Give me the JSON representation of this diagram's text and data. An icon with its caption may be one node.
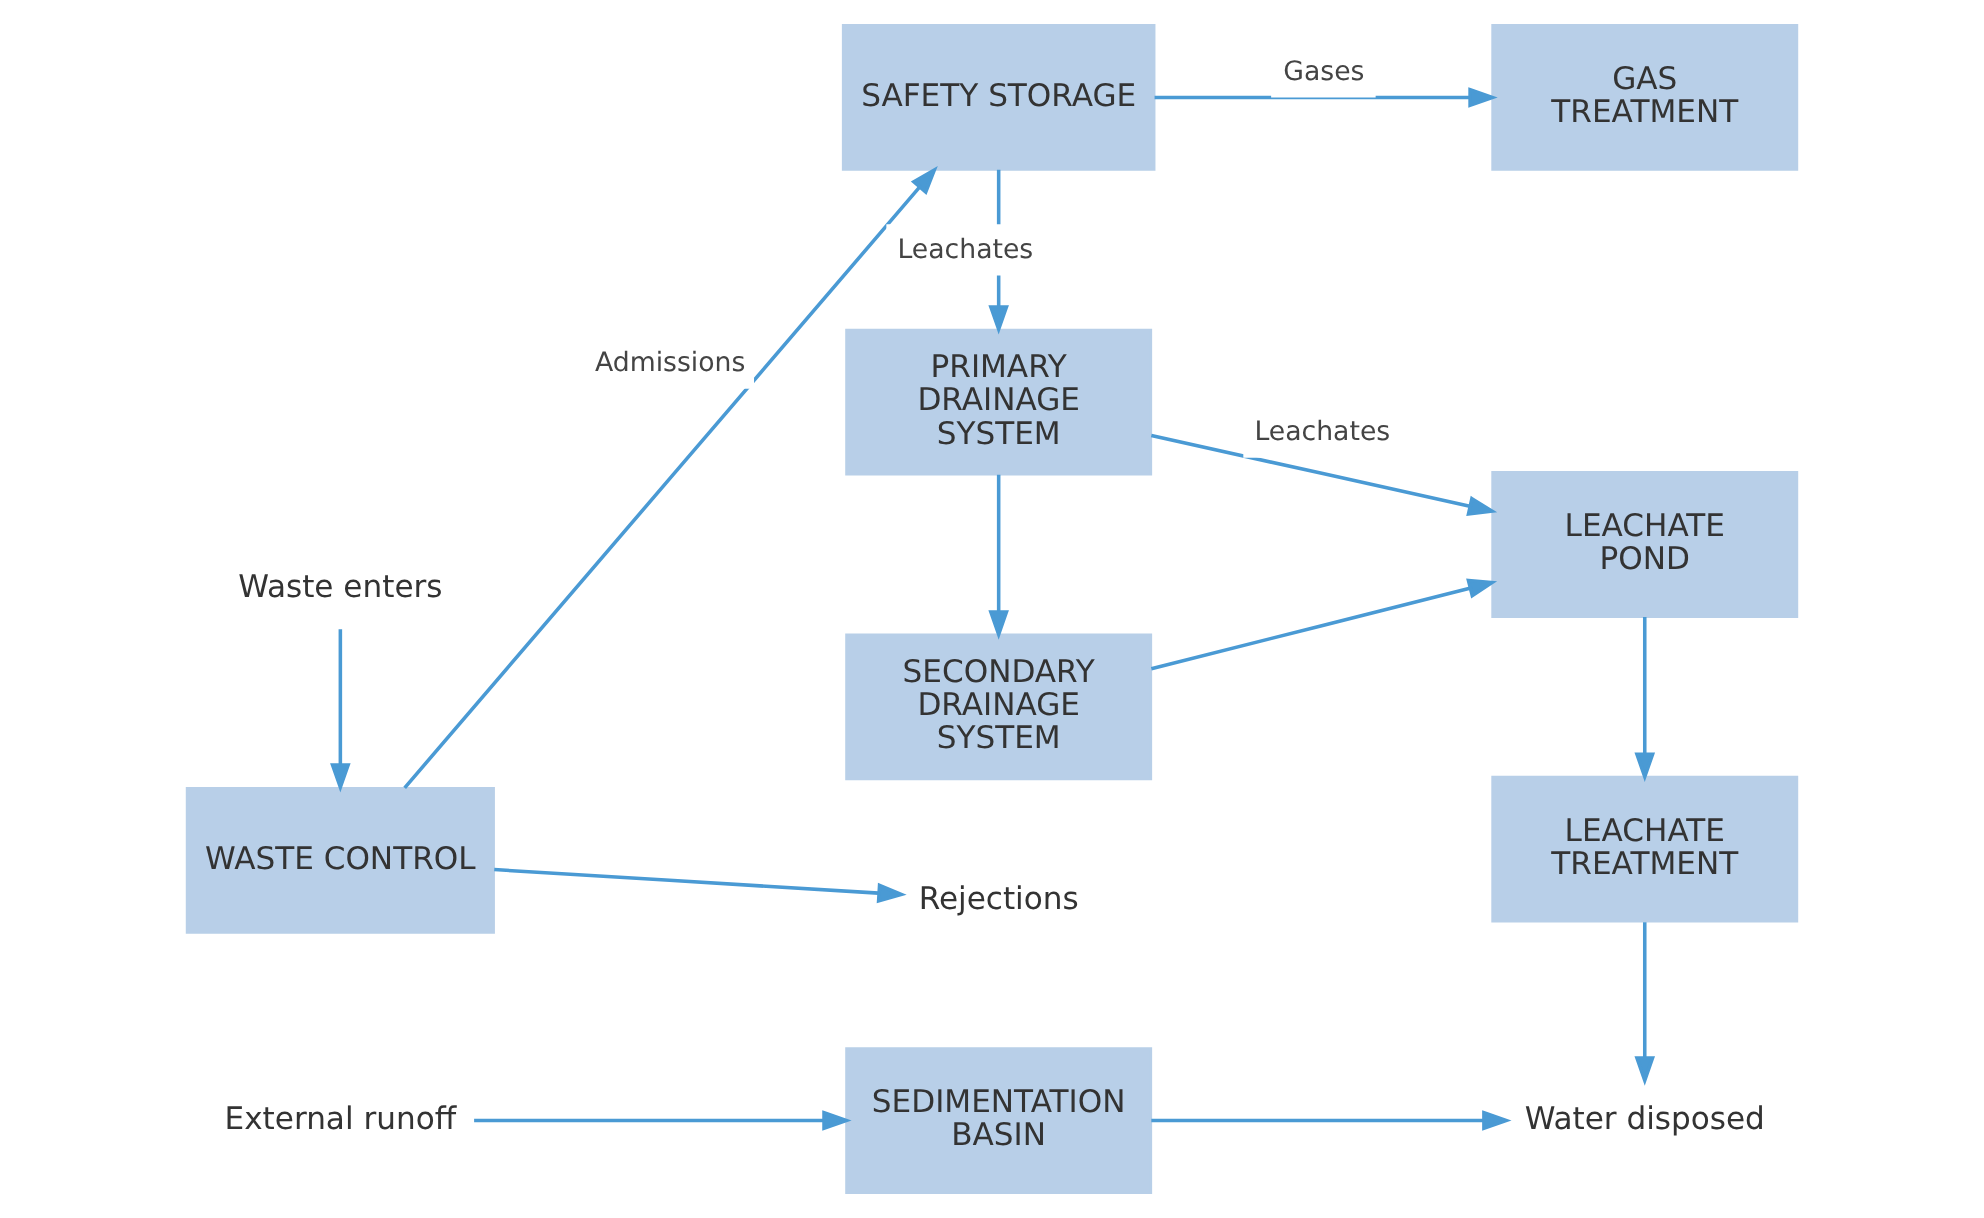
{
  "diagram": {
    "nodes": [
      {
        "text": [
          "Waste enters"
        ]
      },
      {
        "text": [
          "WASTE CONTROL"
        ]
      },
      {
        "text": [
          "SAFETY STORAGE"
        ]
      },
      {
        "text": [
          "GAS TREATMENT"
        ]
      },
      {
        "text": [
          "Rejections"
        ]
      },
      {
        "text": [
          "PRIMARY DRAINAGE SYSTEM"
        ]
      },
      {
        "text": [
          "LEACHATE POND"
        ]
      },
      {
        "text": [
          "SECONDARY DRAINAGE SYSTEM"
        ]
      },
      {
        "text": [
          "LEACHATE TREATMENT"
        ]
      },
      {
        "text": [
          "External runoff"
        ]
      },
      {
        "text": [
          "SEDIMENTATION BASIN"
        ]
      },
      {
        "text": [
          "Water disposed"
        ]
      }
    ],
    "edges": [
      {
        "from": 0,
        "to": 1,
        "arrow": "to"
      },
      {
        "from": 1,
        "to": 2,
        "arrow": "to",
        "label": "Admissions"
      },
      {
        "from": 1,
        "to": 4,
        "arrow": "to"
      },
      {
        "from": 2,
        "to": 3,
        "arrow": "to",
        "label": "Gases"
      },
      {
        "from": 2,
        "to": 5,
        "arrow": "to",
        "label": "Leachates"
      },
      {
        "from": 5,
        "to": 6,
        "arrow": "to",
        "label": "Leachates"
      },
      {
        "from": 5,
        "to": 7,
        "arrow": "to"
      },
      {
        "from": 7,
        "to": 6,
        "arrow": "to"
      },
      {
        "from": 6,
        "to": 8,
        "arrow": "to"
      },
      {
        "from": 8,
        "to": 11,
        "arrow": "to"
      },
      {
        "from": 9,
        "to": 10,
        "arrow": "to"
      },
      {
        "from": 10,
        "to": 11,
        "arrow": "to"
      }
    ]
  }
}
